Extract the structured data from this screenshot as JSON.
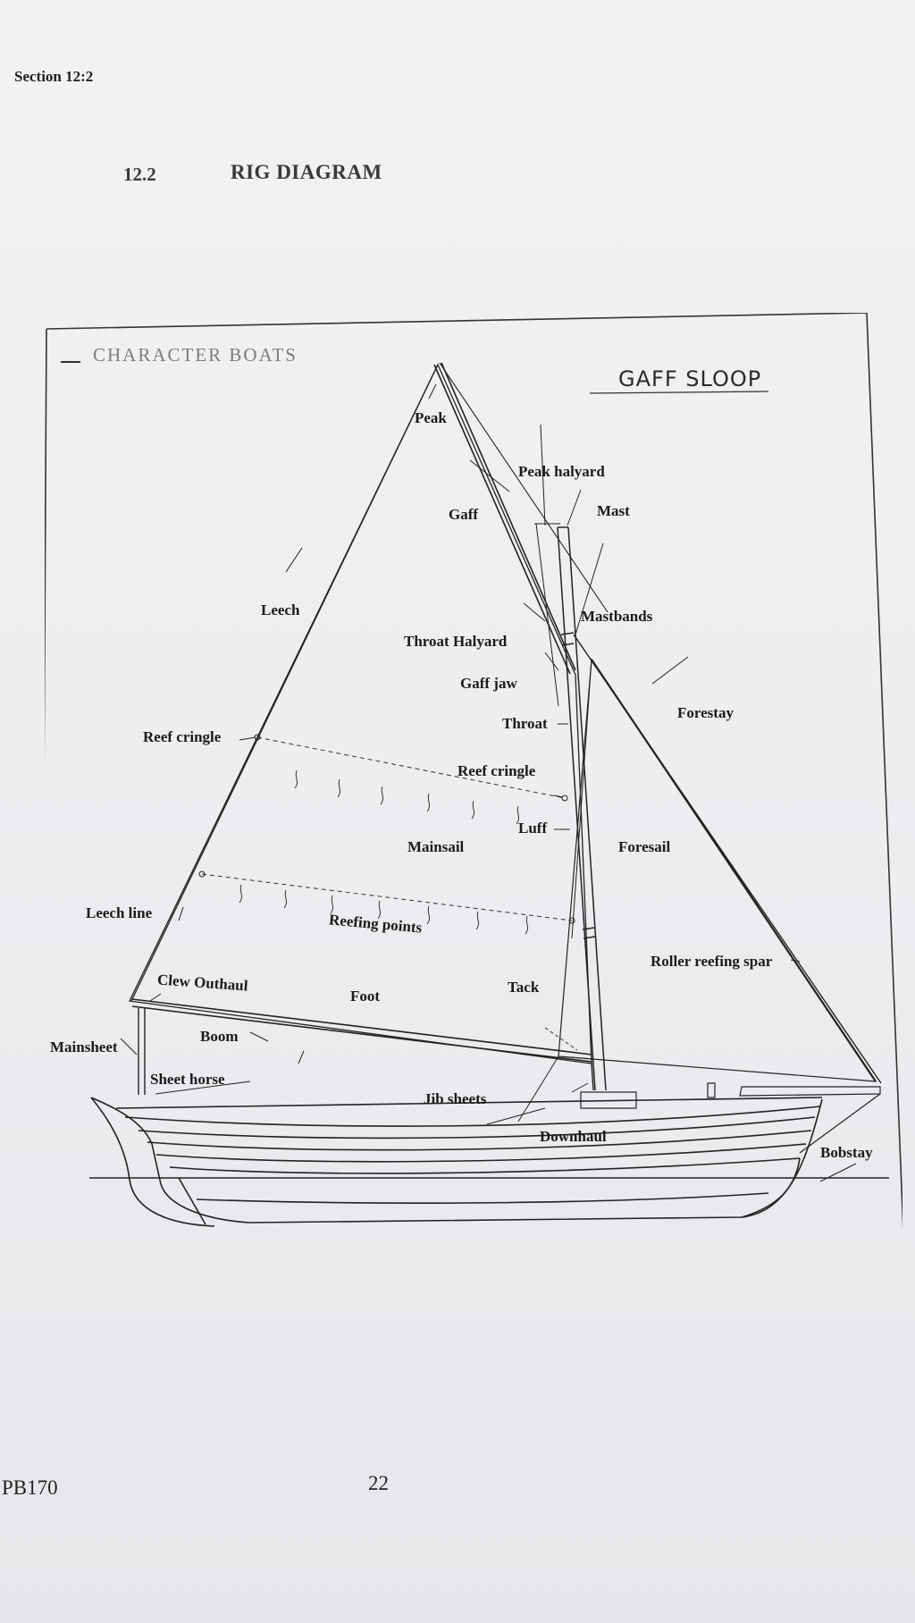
{
  "header": {
    "section": "Section 12:2",
    "number": "12.2",
    "title": "RIG DIAGRAM"
  },
  "diagram": {
    "brand": "CHARACTER BOATS",
    "rig_type": "GAFF SLOOP",
    "labels": {
      "peak": "Peak",
      "peak_halyard": "Peak halyard",
      "gaff": "Gaff",
      "mast": "Mast",
      "leech": "Leech",
      "mastbands": "Mastbands",
      "throat_halyard": "Throat Halyard",
      "gaff_jaw": "Gaff jaw",
      "forestay": "Forestay",
      "throat": "Throat",
      "reef_cringle_1": "Reef cringle",
      "reef_cringle_2": "Reef cringle",
      "luff": "Luff",
      "mainsail": "Mainsail",
      "foresail": "Foresail",
      "leech_line": "Leech line",
      "reefing_points": "Reefing points",
      "roller_reefing_spar": "Roller reefing spar",
      "clew_outhaul": "Clew Outhaul",
      "foot": "Foot",
      "tack": "Tack",
      "boom": "Boom",
      "mainsheet": "Mainsheet",
      "sheet_horse": "Sheet horse",
      "jib_sheets": "Jib sheets",
      "downhaul": "Downhaul",
      "bobstay": "Bobstay"
    }
  },
  "footer": {
    "code": "PB170",
    "page": "22"
  }
}
